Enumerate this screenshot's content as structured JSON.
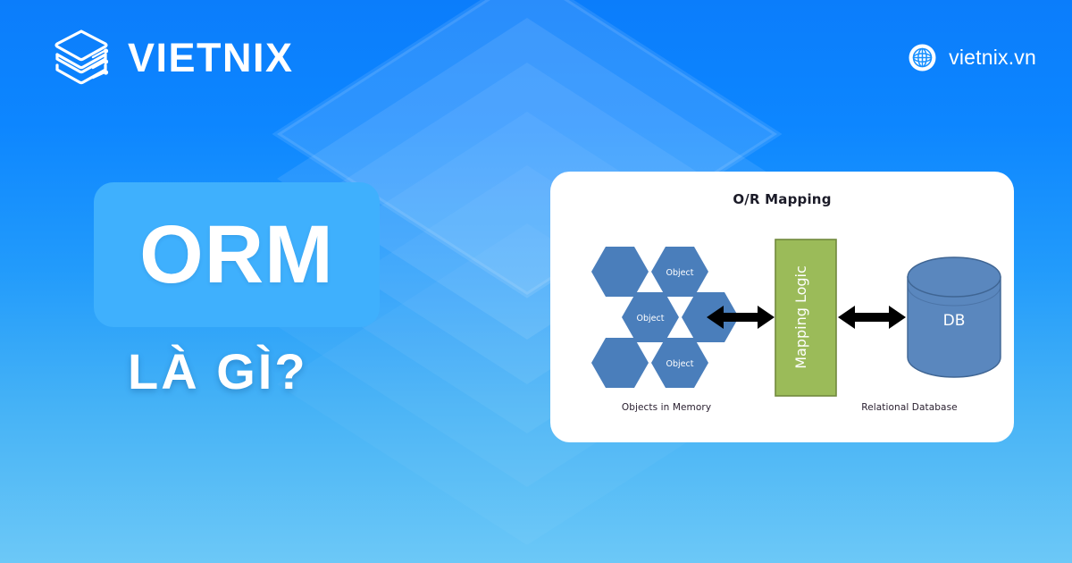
{
  "background": {
    "gradient_top": "#0b7dfb",
    "gradient_bottom": "#6cc8f7",
    "watermark_icon": "stacked-layers-watermark"
  },
  "header": {
    "brand": {
      "icon": "stacked-layers-logo-icon",
      "name": "VIETNIX"
    },
    "site": {
      "icon": "globe-icon",
      "url": "vietnix.vn"
    }
  },
  "title": {
    "badge_label": "ORM",
    "badge_color": "#3fb0fd",
    "subtitle": "LÀ GÌ?"
  },
  "card": {
    "title": "O/R Mapping",
    "left_caption": "Objects in Memory",
    "right_caption": "Relational Database",
    "hexagons": [
      {
        "label": ""
      },
      {
        "label": "Object"
      },
      {
        "label": "Object"
      },
      {
        "label": ""
      },
      {
        "label": ""
      },
      {
        "label": "Object"
      },
      {
        "label": "Object"
      }
    ],
    "mapping_box": {
      "label": "Mapping Logic",
      "fill": "#9BBB59",
      "stroke": "#71893D"
    },
    "database": {
      "label": "DB",
      "fill": "#5A87BE",
      "stroke": "#3F6593"
    },
    "hex_fill": "#4A7EBB",
    "arrows": [
      {
        "name": "objects-to-mapping-arrow",
        "direction": "bidirectional"
      },
      {
        "name": "mapping-to-database-arrow",
        "direction": "bidirectional"
      }
    ]
  }
}
